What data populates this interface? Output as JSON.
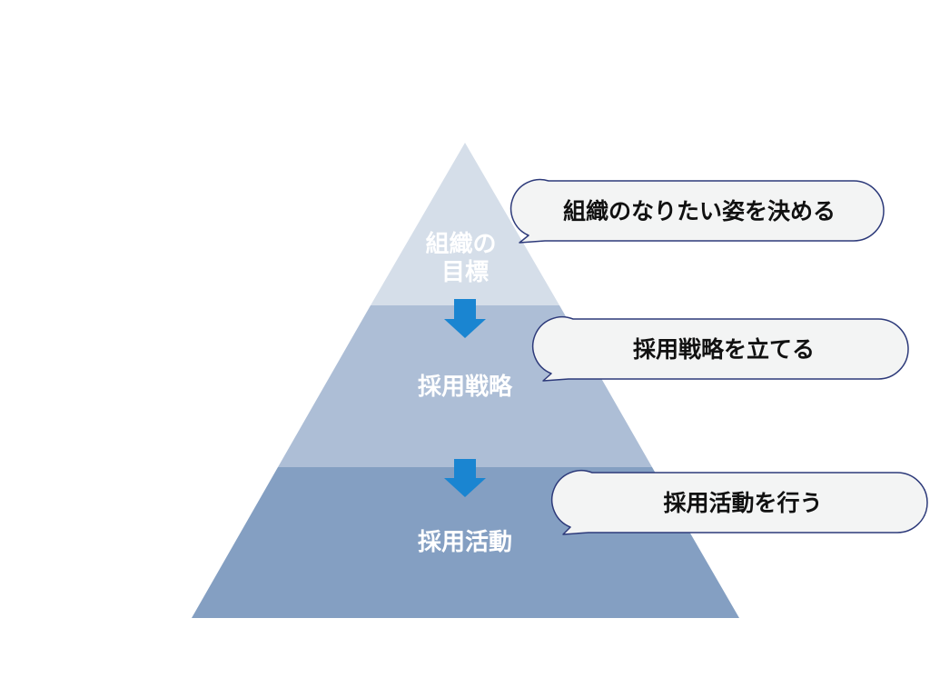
{
  "pyramid": {
    "layers": [
      {
        "label_lines": [
          "組織の",
          "目標"
        ],
        "color": "#d5dee9",
        "callout": "組織のなりたい姿を決める"
      },
      {
        "label_lines": [
          "採用戦略"
        ],
        "color": "#adbed6",
        "callout": "採用戦略を立てる"
      },
      {
        "label_lines": [
          "採用活動"
        ],
        "color": "#849fc2",
        "callout": "採用活動を行う"
      }
    ],
    "arrow_color": "#1a85d1",
    "callout_fill": "#f3f4f4",
    "callout_border": "#2d3a7a"
  }
}
